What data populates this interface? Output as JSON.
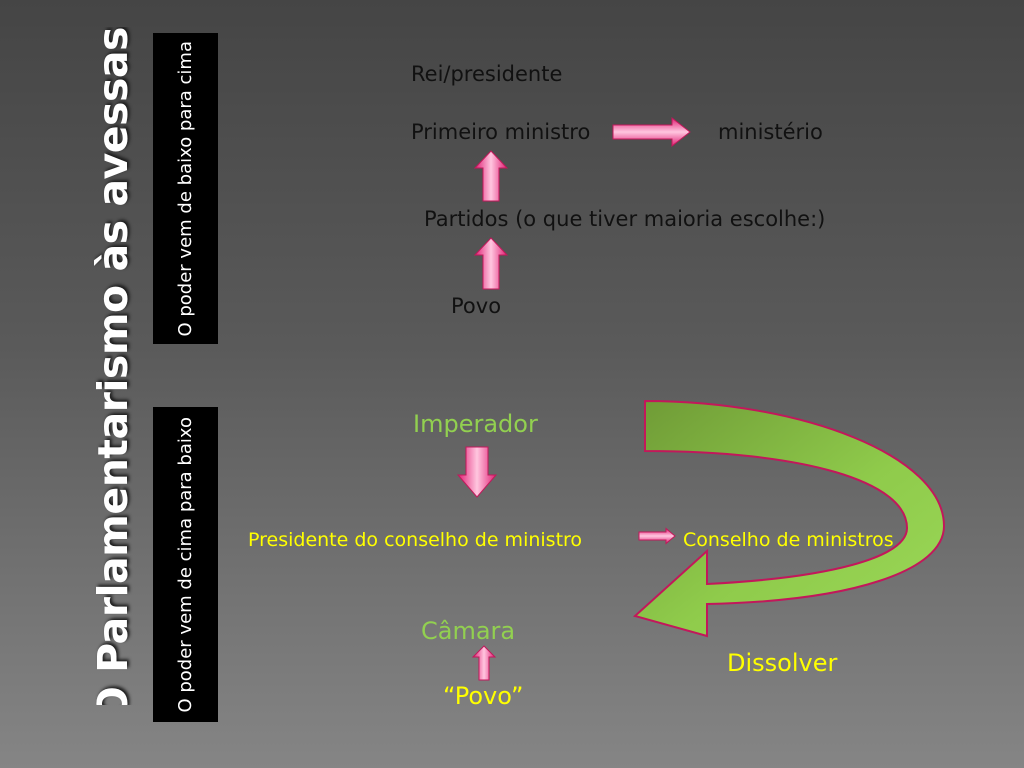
{
  "title": "O Parlamentarismo às avessas.",
  "box_top": "O poder vem de baixo para cima",
  "box_bottom": "O poder vem de cima para baixo",
  "top_diagram": {
    "rei": "Rei/presidente",
    "primeiro": "Primeiro ministro",
    "ministerio": "ministério",
    "partidos": "Partidos (o que tiver maioria escolhe:)",
    "povo": "Povo"
  },
  "bottom_diagram": {
    "imperador": "Imperador",
    "presidente": "Presidente do conselho de ministro",
    "conselho": "Conselho de  ministros",
    "camara": "Câmara",
    "povo": "“Povo”",
    "dissolver": "Dissolver"
  },
  "colors": {
    "arrow_pink": "#ff3f97",
    "curve_green": "#92d050",
    "label_green": "#92d050",
    "label_yellow": "#ffff00"
  }
}
